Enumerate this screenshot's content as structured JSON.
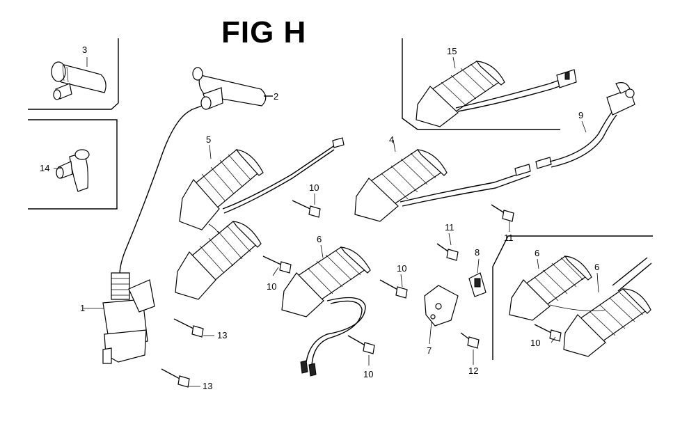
{
  "figure": {
    "title": "FIG H"
  },
  "callouts": {
    "c1": "1",
    "c2": "2",
    "c3": "3",
    "c4": "4",
    "c5": "5",
    "c6a": "6",
    "c6b": "6",
    "c6c": "6",
    "c7": "7",
    "c8": "8",
    "c9": "9",
    "c10a": "10",
    "c10b": "10",
    "c10c": "10",
    "c10d": "10",
    "c10e": "10",
    "c11a": "11",
    "c11b": "11",
    "c12": "12",
    "c13a": "13",
    "c13b": "13",
    "c14": "14",
    "c15": "15"
  }
}
